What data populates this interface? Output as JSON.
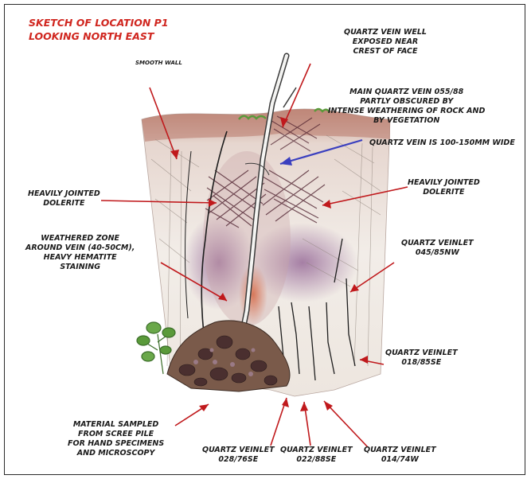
{
  "title": "SKETCH OF LOCATION P1\nLOOKING NORTH EAST",
  "labels": {
    "vein_crest": "QUARTZ VEIN WELL\nEXPOSED NEAR\nCREST OF FACE",
    "smooth_wall": "SMOOTH WALL",
    "main_vein": "MAIN QUARTZ VEIN 055/88\nPARTLY OBSCURED BY\nINTENSE WEATHERING OF ROCK AND\nBY VEGETATION",
    "vein_width": "QUARTZ VEIN IS 100-150MM WIDE",
    "dolerite_left": "HEAVILY JOINTED\nDOLERITE",
    "dolerite_right": "HEAVILY JOINTED\nDOLERITE",
    "weathered_zone": "WEATHERED ZONE\nAROUND VEIN (40-50CM),\nHEAVY HEMATITE\nSTAINING",
    "veinlet_045": "QUARTZ VEINLET\n045/85NW",
    "veinlet_018": "QUARTZ VEINLET\n018/85SE",
    "scree": "MATERIAL SAMPLED\nFROM SCREE PILE\nFOR HAND SPECIMENS\nAND MICROSCOPY",
    "veinlet_028": "QUARTZ VEINLET\n028/76SE",
    "veinlet_022": "QUARTZ VEINLET\n022/88SE",
    "veinlet_014": "QUARTZ VEINLET\n014/74W"
  },
  "colors": {
    "title": "#d0261f",
    "arrow_red": "#c0191c",
    "arrow_blue": "#3a3fbf",
    "rock": "#efe9e2",
    "rock_top": "#c7988a",
    "hematite": "#d9542b",
    "vegetation": "#5a9a3a"
  }
}
